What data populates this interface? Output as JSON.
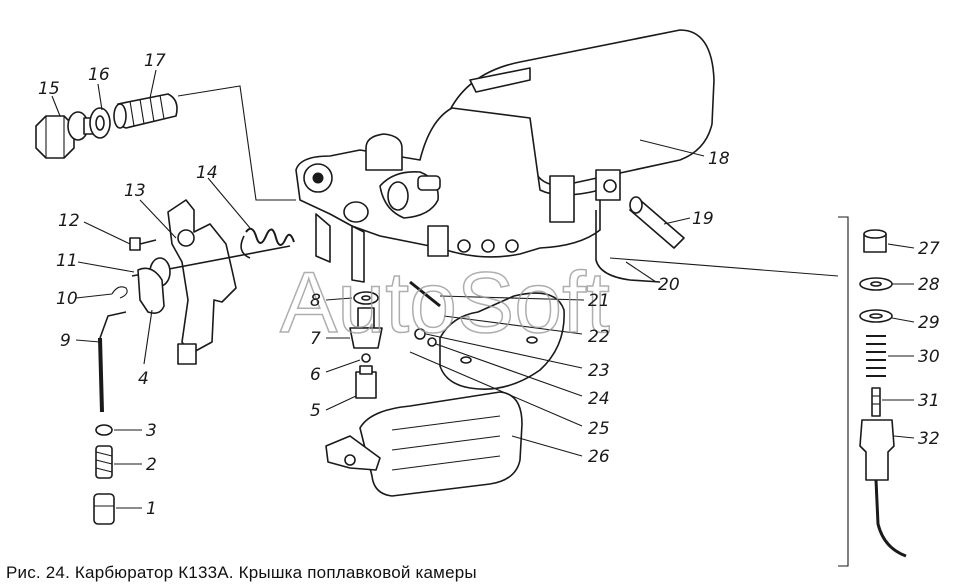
{
  "caption": "Рис. 24. Карбюратор К133А. Крышка поплавковой камеры",
  "watermark": "AutoSoft",
  "labels": [
    "1",
    "2",
    "3",
    "4",
    "5",
    "6",
    "7",
    "8",
    "9",
    "10",
    "11",
    "12",
    "13",
    "14",
    "15",
    "16",
    "17",
    "18",
    "19",
    "20",
    "21",
    "22",
    "23",
    "24",
    "25",
    "26",
    "27",
    "28",
    "29",
    "30",
    "31",
    "32"
  ]
}
